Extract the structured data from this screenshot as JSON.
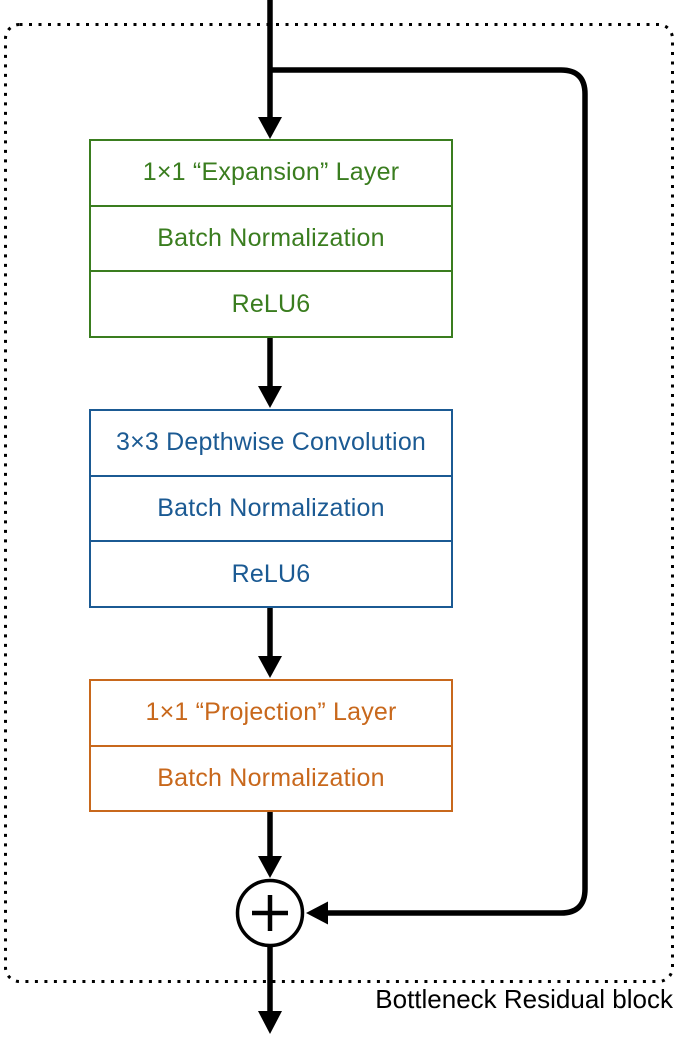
{
  "diagram": {
    "caption": "Bottleneck Residual block",
    "merge_operator": "+",
    "colors": {
      "expansion": "#3A7D1F",
      "depthwise": "#1B5A93",
      "projection": "#C8681C",
      "line": "#000000",
      "background": "#FFFFFF"
    },
    "blocks": [
      {
        "id": "expansion",
        "color": "#3A7D1F",
        "rows": [
          "1×1 “Expansion” Layer",
          "Batch Normalization",
          "ReLU6"
        ]
      },
      {
        "id": "depthwise",
        "color": "#1B5A93",
        "rows": [
          "3×3 Depthwise Convolution",
          "Batch Normalization",
          "ReLU6"
        ]
      },
      {
        "id": "projection",
        "color": "#C8681C",
        "rows": [
          "1×1 “Projection” Layer",
          "Batch Normalization"
        ]
      }
    ]
  }
}
